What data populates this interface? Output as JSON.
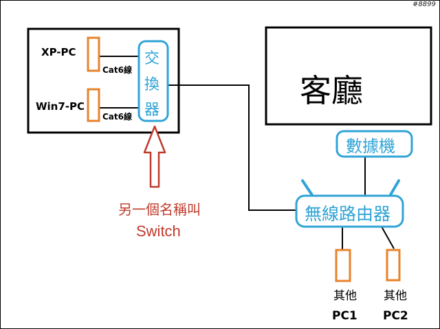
{
  "watermark": "#8899",
  "pc_xp": "XP-PC",
  "pc_win7": "Win7-PC",
  "cable1": "Cat6線",
  "cable2": "Cat6線",
  "switch_label": [
    "交",
    "換",
    "器"
  ],
  "living_room": "客廳",
  "modem": "數據機",
  "router": "無線路由器",
  "note_line1": "另一個名稱叫",
  "note_line2": "Switch",
  "other_pc1_line1": "其他",
  "other_pc1_line2": "PC1",
  "other_pc2_line1": "其他",
  "other_pc2_line2": "PC2",
  "colors": {
    "orange": "#E8822A",
    "blue": "#2FA3D6",
    "red": "#C0392B",
    "line": "#000000"
  }
}
